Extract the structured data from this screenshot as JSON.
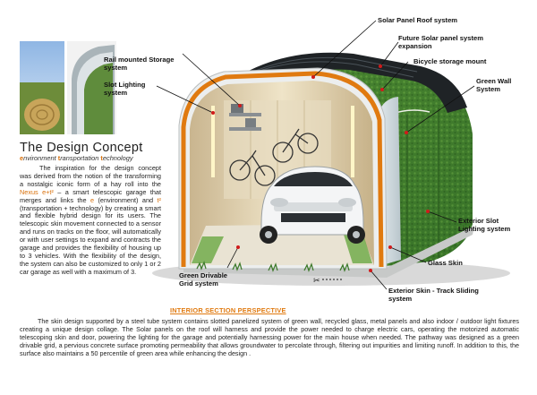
{
  "labels": {
    "solar_roof": "Solar Panel Roof system",
    "future_solar_line1": "Future Solar panel system",
    "future_solar_line2": "expansion",
    "rail_storage_line1": "Rail mounted Storage",
    "rail_storage_line2": "system",
    "bicycle_mount": "Bicycle storage mount",
    "green_wall_line1": "Green Wall",
    "green_wall_line2": "System",
    "slot_lighting_line1": "Slot Lighting",
    "slot_lighting_line2": "system",
    "exterior_slot_line1": "Exterior Slot",
    "exterior_slot_line2": "Lighting system",
    "glass_skin": "Glass Skin",
    "green_grid_line1": "Green Drivable",
    "green_grid_line2": "Grid system",
    "track_skin_line1": "Exterior Skin - Track Sliding",
    "track_skin_line2": "system"
  },
  "concept": {
    "title": "The Design Concept",
    "subtitle_e": "e",
    "subtitle_rest1": "nvironment ",
    "subtitle_t1": "t",
    "subtitle_rest2": "ransportation ",
    "subtitle_t2": "t",
    "subtitle_rest3": "echnology",
    "p_part1": "The inspiration for the design concept was derived from the notion of the transforming a nostalgic iconic form of a hay roll into the ",
    "nexus": "Nexus e+t²",
    "p_part2": " – a smart telescopic garage that merges and links the ",
    "e_word": "e",
    "p_part3": " (environment) and ",
    "t2_word": "t²",
    "p_part4": " (transportation + technology) by creating a smart and flexible hybrid design for its users. The telescopic skin movement connected to a sensor and runs on tracks on the floor, will automatically or with user settings to expand and contracts the garage and provides the flexibility of housing up to 3 vehicles. With the flexibility of the design, the system can also be customized to only 1 or 2 car garage as well with a maximum of 3."
  },
  "caption": "INTERIOR SECTION PERSPECTIVE",
  "bottom_text": "The skin design supported by a steel tube system contains slotted panelized system of green wall, recycled glass, metal panels and also indoor / outdoor light fixtures creating a unique design collage. The Solar panels on the roof will harness and provide the power needed to charge electric cars, operating the motorized automatic telescoping skin and door, powering the lighting for the garage and potentially harnessing power for the main house when needed. The pathway was designed as a green drivable grid, a pervious concrete surface promoting permeability that allows groundwater to percolate through, filtering out impurities and limiting runoff. In addition to this, the surface also maintains a 50 percentile of green area while enhancing the design .",
  "colors": {
    "accent_orange": "#e07a10",
    "grass_green": "#3f7a2c",
    "solar_dark": "#1f2326",
    "marker_red": "#d11a1a"
  }
}
